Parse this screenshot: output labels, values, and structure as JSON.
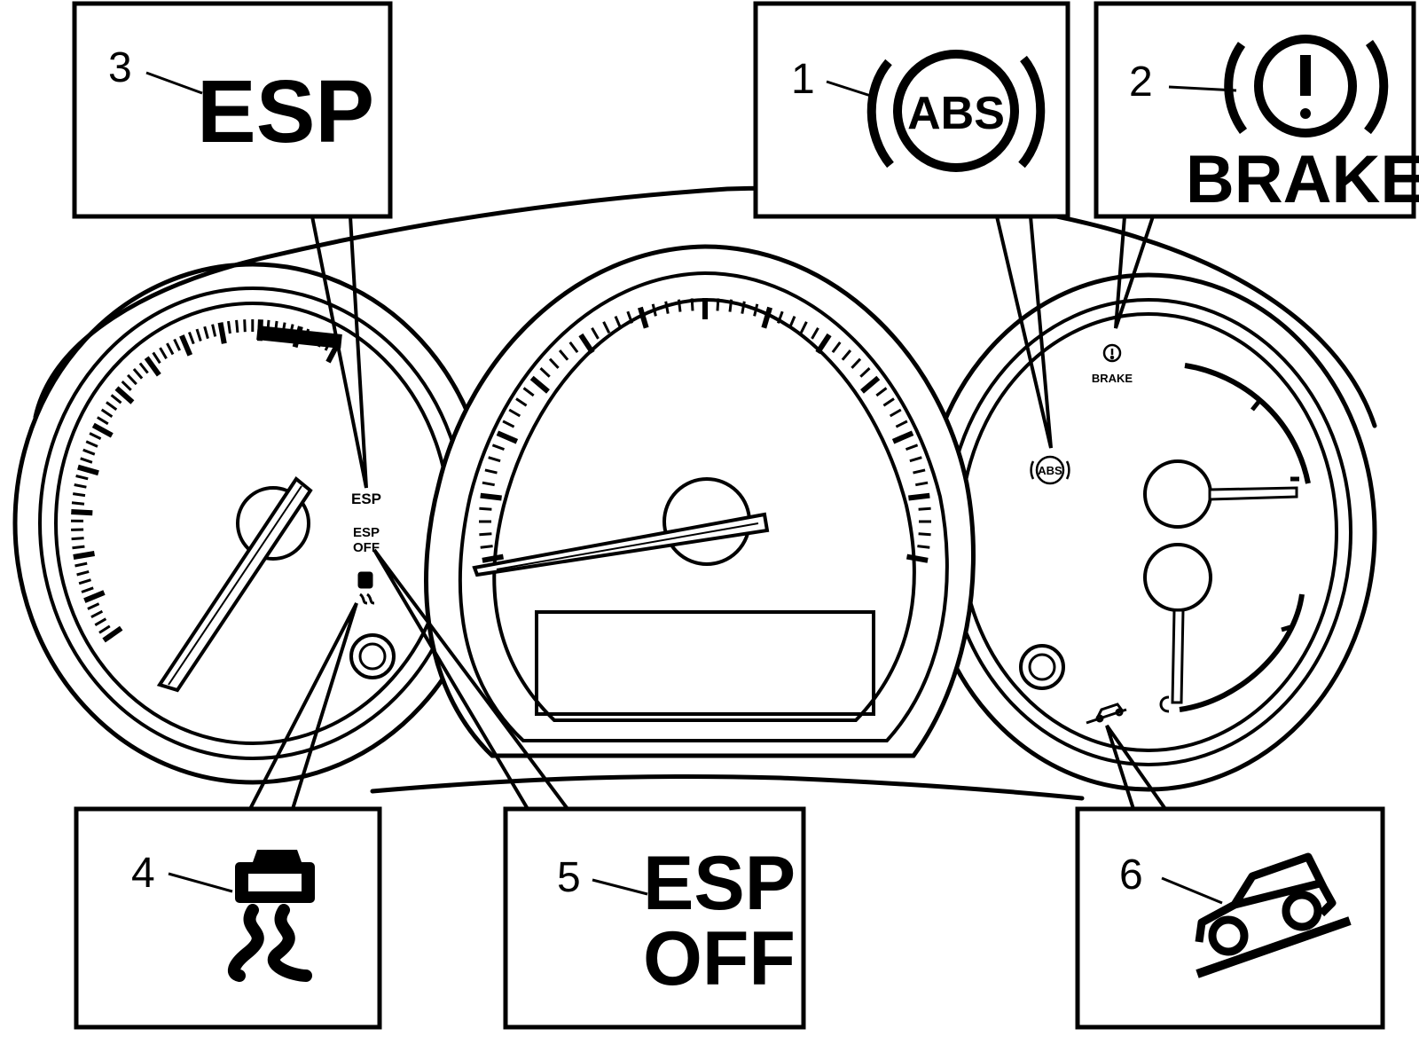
{
  "colors": {
    "ink": "#000000",
    "paper": "#ffffff"
  },
  "callouts": [
    {
      "number": "1",
      "symbol": "abs-icon",
      "text": "ABS"
    },
    {
      "number": "2",
      "symbol": "brake-warning-icon",
      "text": "BRAKE"
    },
    {
      "number": "3",
      "symbol": "esp-icon",
      "text": "ESP"
    },
    {
      "number": "4",
      "symbol": "skidding-car-icon",
      "text": ""
    },
    {
      "number": "5",
      "symbol": "esp-off-icon",
      "text_line1": "ESP",
      "text_line2": "OFF"
    },
    {
      "number": "6",
      "symbol": "hill-descent-icon",
      "text": ""
    }
  ],
  "cluster": {
    "esp_label": "ESP",
    "esp_off_line1": "ESP",
    "esp_off_line2": "OFF",
    "abs_label": "ABS",
    "brake_label": "BRAKE"
  }
}
